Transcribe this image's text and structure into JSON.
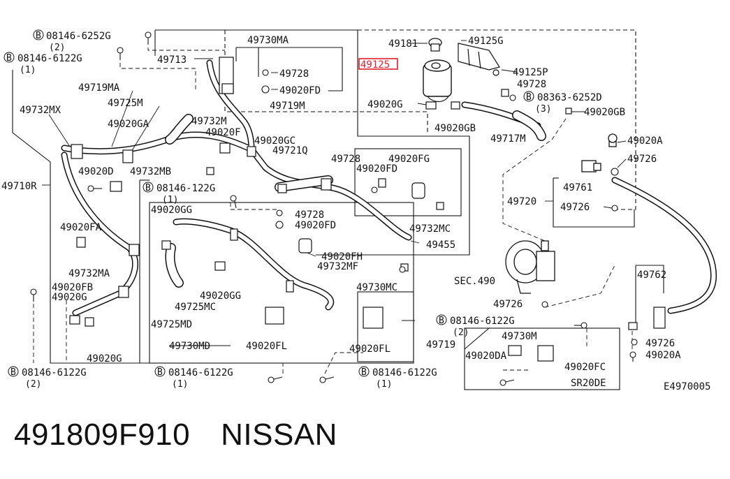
{
  "diagram": {
    "ref_code": "E4970005",
    "highlight_part": "49125",
    "labels": {
      "b08146_6252G": "08146-6252G",
      "q2a": "(2)",
      "b08146_6122G_top": "08146-6122G",
      "q1a": "(1)",
      "p49730MA": "49730MA",
      "p49713": "49713",
      "p49728a": "49728",
      "p49020FD_a": "49020FD",
      "p49719M": "49719M",
      "p49719MA": "49719MA",
      "p49725M": "49725M",
      "p49732MX": "49732MX",
      "p49020GA": "49020GA",
      "p49732M": "49732M",
      "p49020F": "49020F",
      "p49020GC": "49020GC",
      "p49721Q": "49721Q",
      "p49020D": "49020D",
      "p49732MB": "49732MB",
      "p49710R": "49710R",
      "b08146_122G": "08146-122G",
      "q1b": "(1)",
      "p49020GG_a": "49020GG",
      "p49728b": "49728",
      "p49020FD_b": "49020FD",
      "p49020FA": "49020FA",
      "p49732MA": "49732MA",
      "p49020FB": "49020FB",
      "p49020G_a": "49020G",
      "p49020GG_b": "49020GG",
      "p49725MC": "49725MC",
      "p49725MD": "49725MD",
      "p49020G_b": "49020G",
      "p49020FH": "49020FH",
      "p49732MF": "49732MF",
      "p49730MC": "49730MC",
      "p49730MD": "49730MD",
      "p49020FL_a": "49020FL",
      "p49020FL_b": "49020FL",
      "p49719": "49719",
      "b08146_6122G_bl": "08146-6122G",
      "q2b": "(2)",
      "b08146_6122G_bm": "08146-6122G",
      "q1c": "(1)",
      "b08146_6122G_br": "08146-6122G",
      "q1d": "(1)",
      "p49728c": "49728",
      "p49020FD_c": "49020FD",
      "p49020FG": "49020FG",
      "p49732MC": "49732MC",
      "p49455": "49455",
      "p49181": "49181",
      "p49125G": "49125G",
      "p49125P": "49125P",
      "p49728d": "49728",
      "b08363_6252D": "08363-6252D",
      "q3": "(3)",
      "p49020G_c": "49020G",
      "p49020GB_a": "49020GB",
      "p49020GB_b": "49020GB",
      "p49717M": "49717M",
      "p49020A_a": "49020A",
      "p49726a": "49726",
      "p49761": "49761",
      "p49720": "49720",
      "p49726b": "49726",
      "sec490": "SEC.490",
      "p49726c": "49726",
      "p49762": "49762",
      "b08146_6122G_r": "08146-6122G",
      "q2c": "(2)",
      "p49730M": "49730M",
      "p49020DA": "49020DA",
      "p49020FC": "49020FC",
      "sr20de": "SR20DE",
      "p49726d": "49726",
      "p49020A_b": "49020A"
    }
  },
  "caption": {
    "part_number": "491809F910",
    "brand": "NISSAN"
  }
}
